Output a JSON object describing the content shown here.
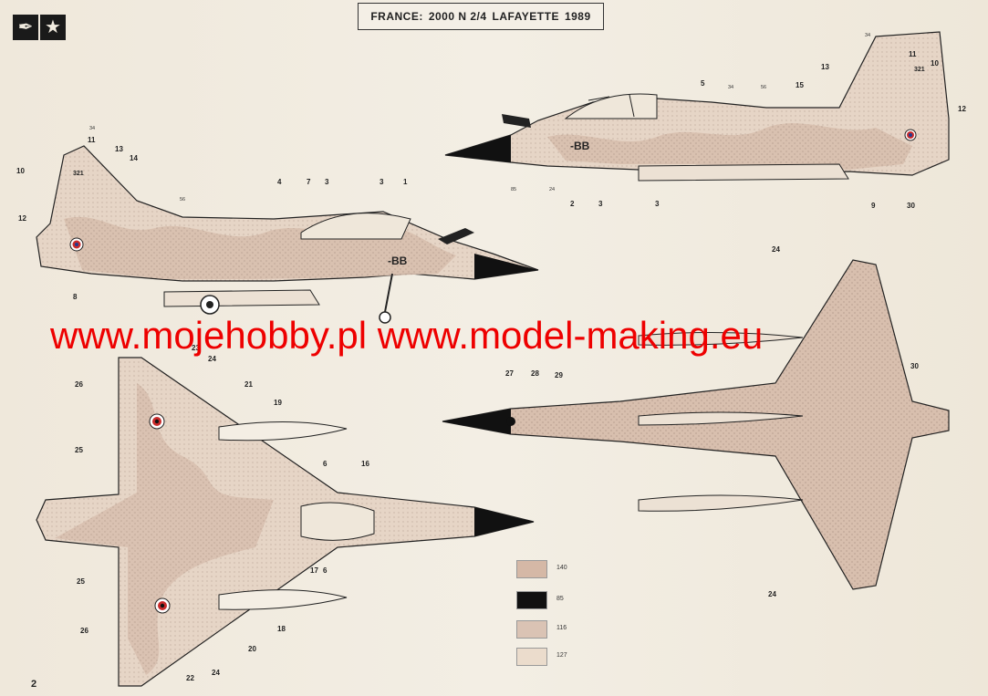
{
  "header": {
    "title_country": "FRANCE:",
    "title_unit": "2000 N 2/4",
    "title_name": "LAFAYETTE",
    "title_year": "1989"
  },
  "watermark": "www.mojehobby.pl www.model-making.eu",
  "page_number": "2",
  "legend": [
    {
      "code": "140",
      "color": "#d5b8a6"
    },
    {
      "code": "85",
      "color": "#111111"
    },
    {
      "code": "116",
      "color": "#dac3b4"
    },
    {
      "code": "127",
      "color": "#ebdccc"
    }
  ],
  "markings": {
    "code": "-BB",
    "tail_number": "321"
  },
  "callouts": {
    "c1": "1",
    "c2": "2",
    "c3": "3",
    "c4": "4",
    "c5": "5",
    "c6": "6",
    "c7": "7",
    "c8": "8",
    "c9": "9",
    "c10": "10",
    "c11": "11",
    "c12": "12",
    "c13": "13",
    "c14": "14",
    "c15": "15",
    "c16": "16",
    "c17": "17",
    "c18": "18",
    "c19": "19",
    "c20": "20",
    "c21": "21",
    "c22": "22",
    "c23": "23",
    "c24": "24",
    "c25": "25",
    "c26": "26",
    "c27": "27",
    "c28": "28",
    "c29": "29",
    "c30": "30",
    "c34": "34",
    "c56": "56",
    "c85": "85"
  },
  "colors": {
    "camo_pink": "#d8bfae",
    "camo_light": "#ece0d2",
    "line": "#222222",
    "roundel_blue": "#223b8f",
    "roundel_red": "#c92b2b",
    "watermark": "#ee0000"
  },
  "icons": [
    "brush-icon",
    "star-icon"
  ]
}
